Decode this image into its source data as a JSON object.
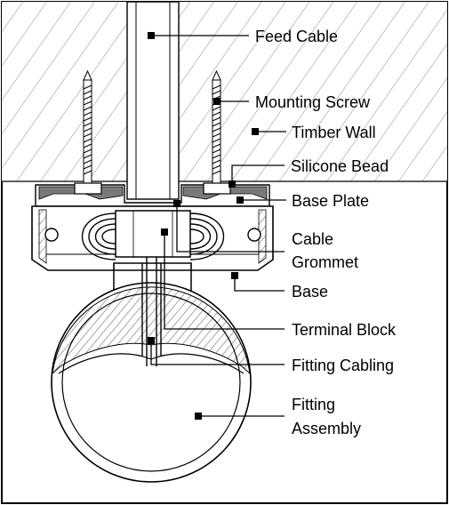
{
  "labels": {
    "feed_cable": "Feed Cable",
    "mounting_screw": "Mounting Screw",
    "timber_wall": "Timber Wall",
    "silicone_bead": "Silicone Bead",
    "base_plate": "Base Plate",
    "cable_line1": "Cable",
    "cable_line2": "Grommet",
    "base": "Base",
    "terminal_block": "Terminal Block",
    "fitting_cabling": "Fitting Cabling",
    "fitting_line1": "Fitting",
    "fitting_line2": "Assembly"
  },
  "colors": {
    "wall_hatch": "#8a8a8a",
    "silicone": "#808080",
    "housing": "#ffffff",
    "outline": "#000000"
  }
}
